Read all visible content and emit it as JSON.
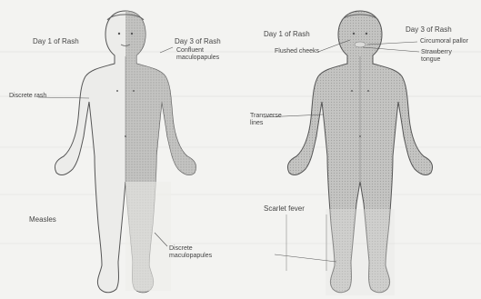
{
  "left_figure": {
    "label_day1": "Day 1 of Rash",
    "label_day3": "Day 3 of Rash",
    "confluent": "Confluent maculopapules",
    "discrete_rash": "Discrete rash",
    "discrete_maculopapules": "Discrete maculopapules",
    "disease": "Measles"
  },
  "right_figure": {
    "label_day1": "Day 1 of Rash",
    "label_day3": "Day 3 of Rash",
    "circumoral": "Circumoral pallor",
    "flushed": "Flushed cheeks",
    "strawberry": "Strawberry tongue",
    "transverse": "Transverse lines",
    "disease": "Scarlet fever"
  },
  "colors": {
    "background": "#f3f3f1",
    "outline": "#555555",
    "rash_shade": "#b8b8b8",
    "light_shade": "#d6d6d4"
  }
}
